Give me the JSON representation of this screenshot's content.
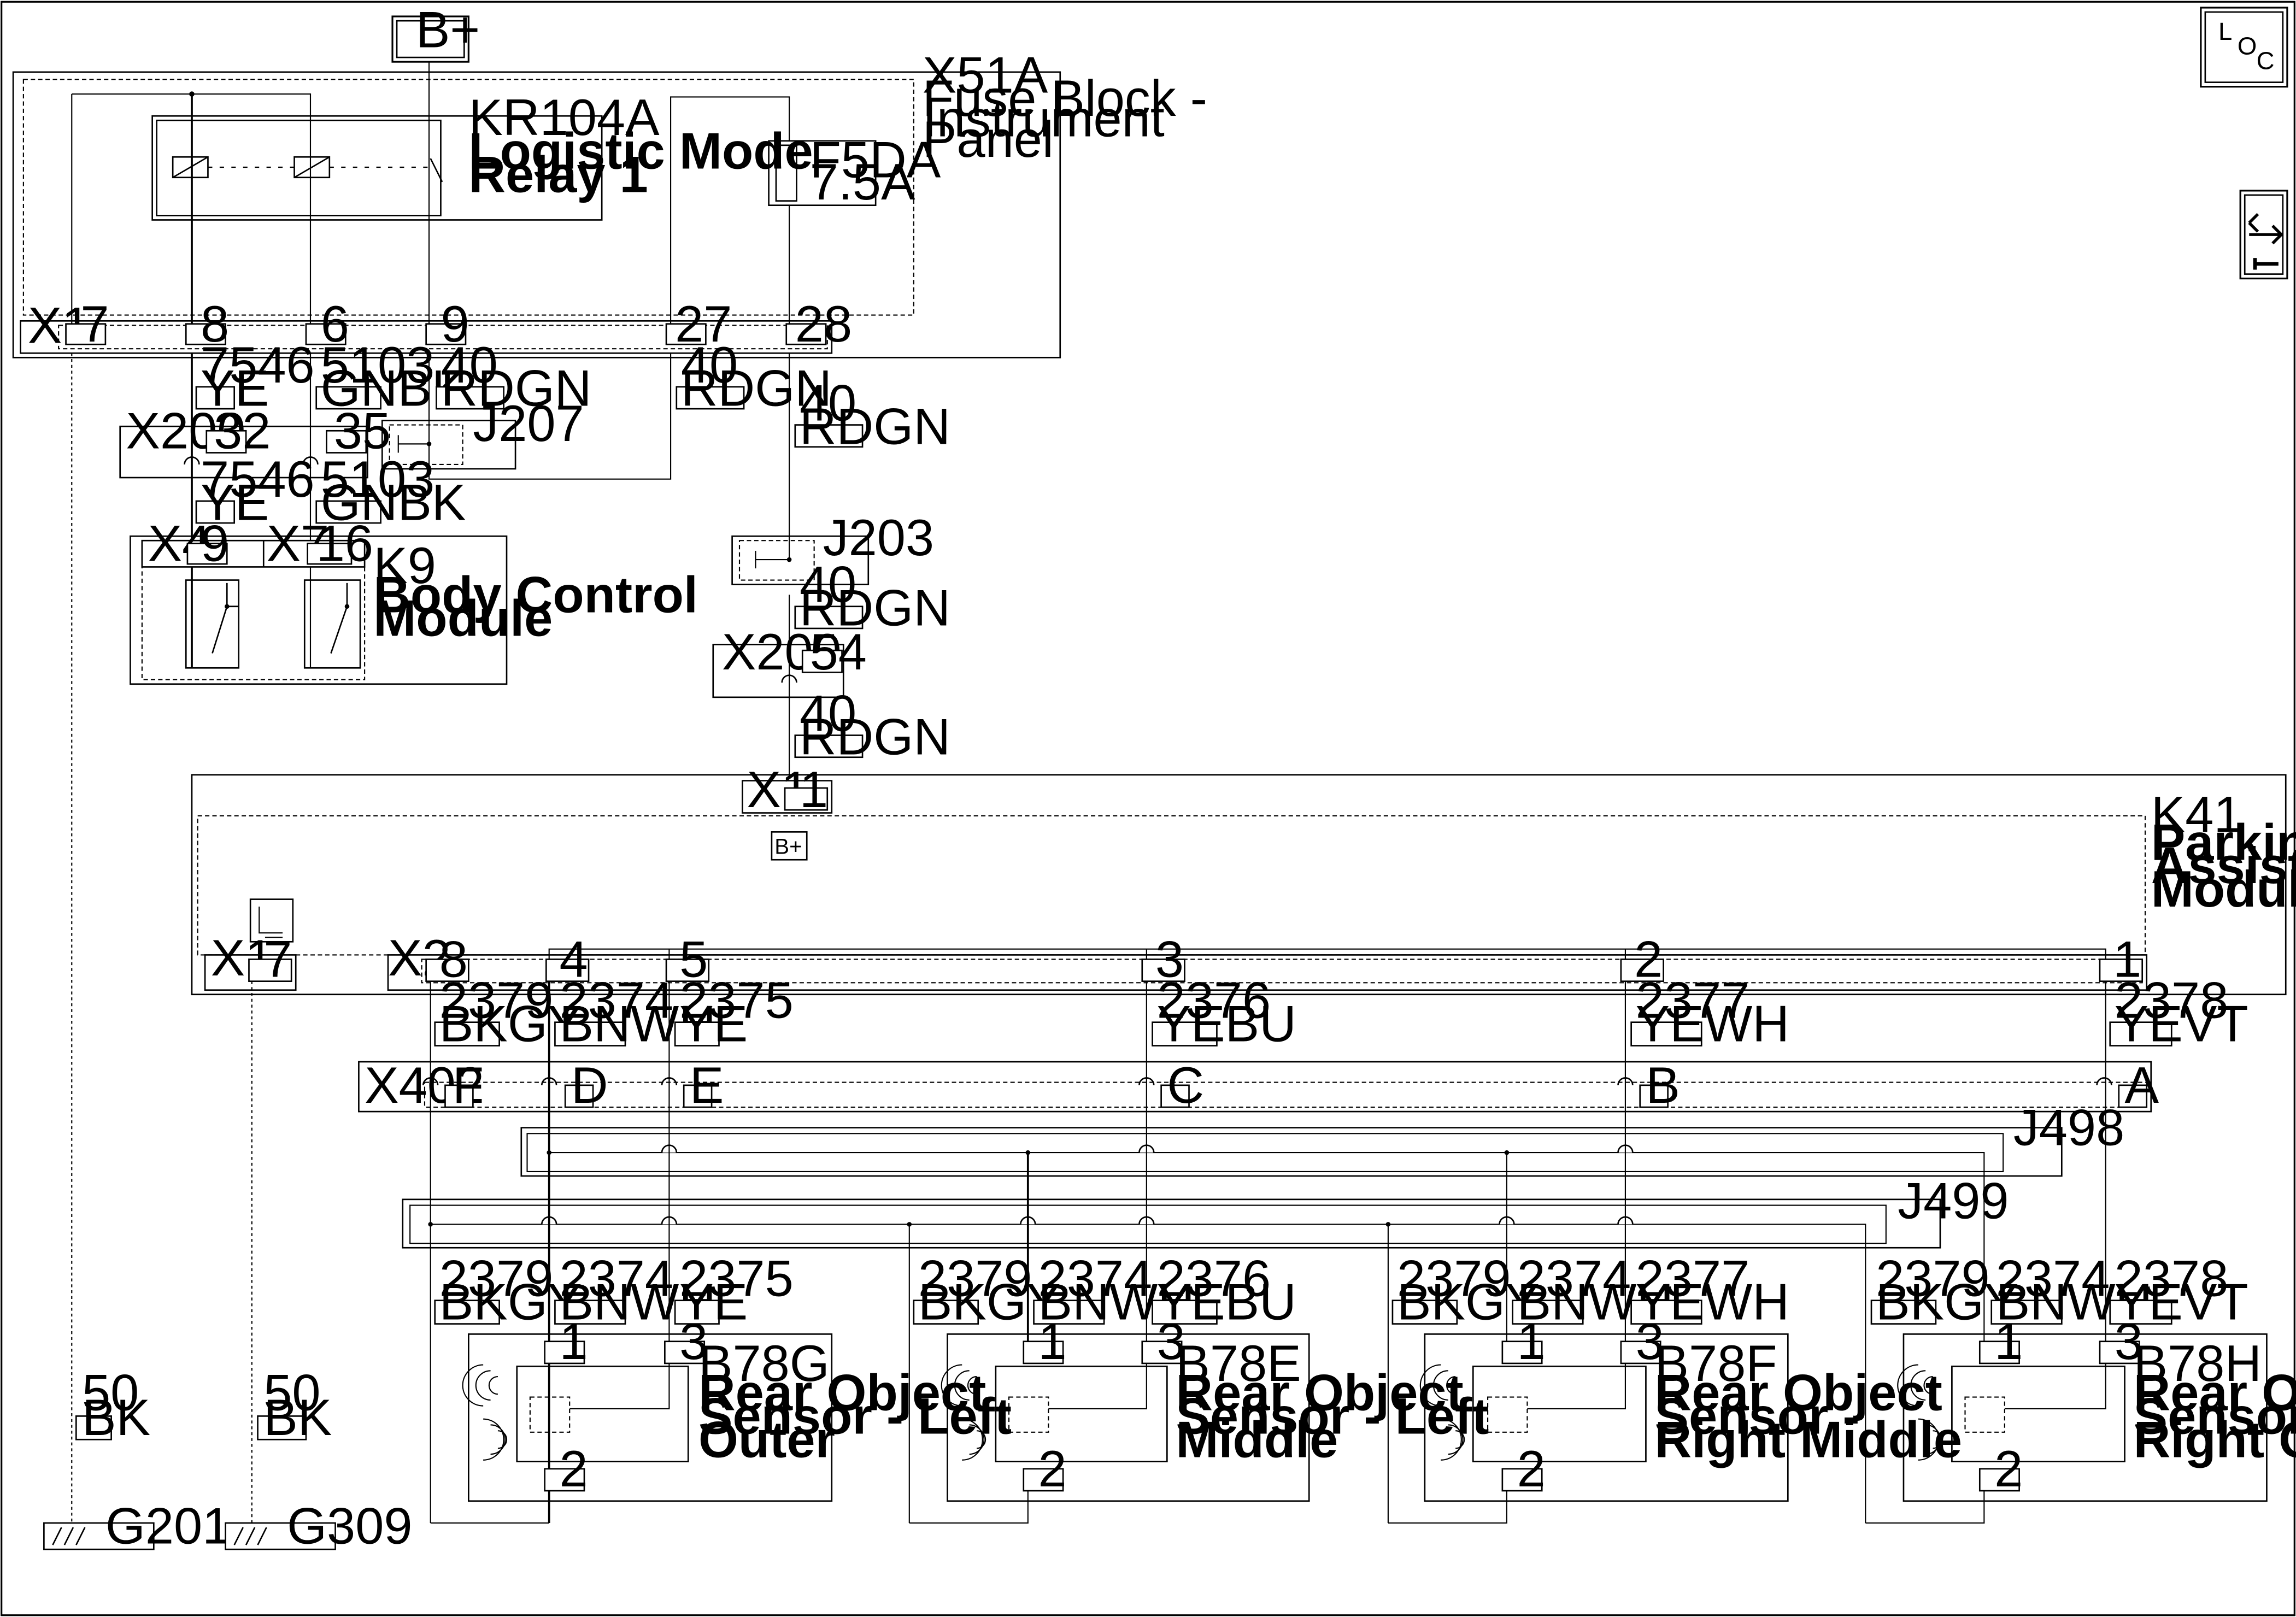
{
  "title_bplus": "B+",
  "icons": {
    "loc": "L O C",
    "gear_swap": "connector-repair-icon"
  },
  "fuse_block": {
    "ref": "X51A",
    "name_lines": [
      "Fuse Block -",
      "Instrument",
      "Panel"
    ],
    "connector": "X1",
    "pins": [
      "7",
      "8",
      "6",
      "9",
      "27",
      "28"
    ]
  },
  "relay": {
    "ref": "KR104A",
    "name_lines": [
      "Logistic Mode",
      "Relay 1"
    ]
  },
  "fuse": {
    "ref": "F5DA",
    "rating": "7.5A"
  },
  "wires_upper": [
    {
      "num": "7546",
      "color": "YE"
    },
    {
      "num": "5103",
      "color": "GNBK"
    },
    {
      "num": "40",
      "color": "RDGN"
    },
    {
      "num": "40",
      "color": "RDGN"
    },
    {
      "num": "40",
      "color": "RDGN"
    }
  ],
  "x200": {
    "ref": "X200",
    "pin_a": "32",
    "pin_b": "35",
    "pin_c": "54"
  },
  "j207": "J207",
  "j203": "J203",
  "wires_mid": [
    {
      "num": "7546",
      "color": "YE"
    },
    {
      "num": "5103",
      "color": "GNBK"
    },
    {
      "num": "40",
      "color": "RDGN"
    },
    {
      "num": "40",
      "color": "RDGN"
    }
  ],
  "bcm": {
    "ref": "K9",
    "name_lines": [
      "Body Control",
      "Module"
    ],
    "conn_a": "X4",
    "pin_a": "9",
    "conn_b": "X7",
    "pin_b": "16"
  },
  "pacm": {
    "ref": "K41",
    "name_lines": [
      "Parking",
      "Assist Control",
      "Module"
    ],
    "conn_x1": "X1",
    "pin_x1_top": "1",
    "pin_x1_bottom": "7",
    "bplus": "B+",
    "conn_x2": "X2",
    "x2_pins": [
      "8",
      "4",
      "5",
      "3",
      "2",
      "1"
    ]
  },
  "sensor_wires_top": [
    {
      "num": "2379",
      "color": "BKGY"
    },
    {
      "num": "2374",
      "color": "BNWH"
    },
    {
      "num": "2375",
      "color": "YE"
    },
    {
      "num": "2376",
      "color": "YEBU"
    },
    {
      "num": "2377",
      "color": "YEWH"
    },
    {
      "num": "2378",
      "color": "YEVT"
    }
  ],
  "x402": {
    "ref": "X402",
    "pins": [
      "F",
      "D",
      "E",
      "C",
      "B",
      "A"
    ]
  },
  "splices": {
    "j498": "J498",
    "j499": "J499"
  },
  "sensors": [
    {
      "ref": "B78G",
      "name_lines": [
        "Rear Object",
        "Sensor - Left",
        "Outer"
      ],
      "pins": [
        "1",
        "3",
        "2"
      ],
      "wires": [
        {
          "num": "2379",
          "color": "BKGY"
        },
        {
          "num": "2374",
          "color": "BNWH"
        },
        {
          "num": "2375",
          "color": "YE"
        }
      ]
    },
    {
      "ref": "B78E",
      "name_lines": [
        "Rear Object",
        "Sensor - Left",
        "Middle"
      ],
      "pins": [
        "1",
        "3",
        "2"
      ],
      "wires": [
        {
          "num": "2379",
          "color": "BKGY"
        },
        {
          "num": "2374",
          "color": "BNWH"
        },
        {
          "num": "2376",
          "color": "YEBU"
        }
      ]
    },
    {
      "ref": "B78F",
      "name_lines": [
        "Rear Object",
        "Sensor -",
        "Right Middle"
      ],
      "pins": [
        "1",
        "3",
        "2"
      ],
      "wires": [
        {
          "num": "2379",
          "color": "BKGY"
        },
        {
          "num": "2374",
          "color": "BNWH"
        },
        {
          "num": "2377",
          "color": "YEWH"
        }
      ]
    },
    {
      "ref": "B78H",
      "name_lines": [
        "Rear Object",
        "Sensor -",
        "Right Outer"
      ],
      "pins": [
        "1",
        "3",
        "2"
      ],
      "wires": [
        {
          "num": "2379",
          "color": "BKGY"
        },
        {
          "num": "2374",
          "color": "BNWH"
        },
        {
          "num": "2378",
          "color": "YEVT"
        }
      ]
    }
  ],
  "grounds": [
    {
      "num": "50",
      "color": "BK",
      "ref": "G201"
    },
    {
      "num": "50",
      "color": "BK",
      "ref": "G309"
    }
  ]
}
